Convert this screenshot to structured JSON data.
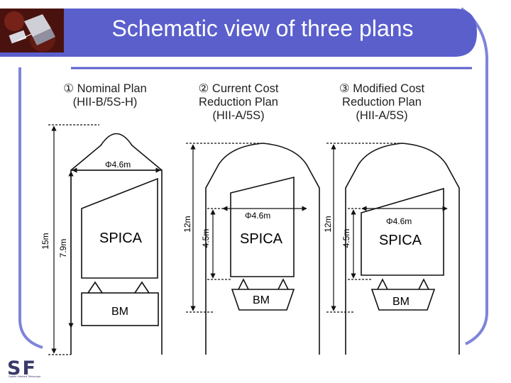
{
  "slide": {
    "title": "Schematic view of three plans",
    "logo_text": "SF",
    "logo_sub": "Space Infrared Telescope",
    "colors": {
      "title_bar": "#5a5fcc",
      "frame": "#7f84d9",
      "thumb_bg": "#5a1812"
    },
    "thumbnail_icon": "spacecraft-image"
  },
  "plans": [
    {
      "title_lines": [
        "① Nominal Plan",
        "(HII-B/5S-H)"
      ],
      "fairing_height": "15m",
      "section_height": "7.9m",
      "diameter": "Φ4.6m",
      "payload": "SPICA",
      "bus": "BM"
    },
    {
      "title_lines": [
        "② Current Cost",
        "Reduction Plan",
        "(HII-A/5S)"
      ],
      "fairing_height": "12m",
      "section_height": "4.5m",
      "diameter": "Φ4.6m",
      "payload": "SPICA",
      "bus": "BM"
    },
    {
      "title_lines": [
        "③ Modified Cost",
        "Reduction Plan",
        "(HII-A/5S)"
      ],
      "fairing_height": "12m",
      "section_height": "4.5m",
      "diameter": "Φ4.6m",
      "payload": "SPICA",
      "bus": "BM"
    }
  ]
}
